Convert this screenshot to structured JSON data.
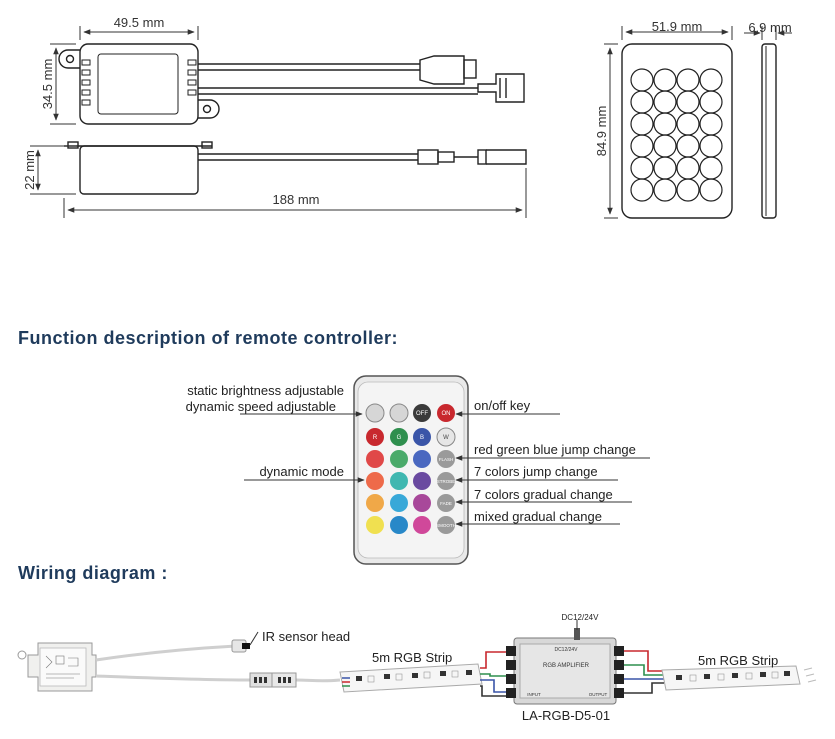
{
  "dimensions": {
    "controller_width": "49.5 mm",
    "controller_height": "34.5 mm",
    "controller_depth": "22 mm",
    "cable_length": "188 mm",
    "remote_width": "51.9 mm",
    "remote_thickness": "6.9 mm",
    "remote_height": "84.9 mm"
  },
  "sections": {
    "remote_title": "Function description of remote controller:",
    "wiring_title": "Wiring diagram :"
  },
  "remote_labels": {
    "static_brightness": "static brightness adjustable",
    "dynamic_speed": "dynamic speed adjustable",
    "dynamic_mode": "dynamic mode",
    "on_off": "on/off key",
    "rgb_jump": "red green blue jump change",
    "colors_jump": "7 colors jump change",
    "colors_gradual": "7 colors gradual change",
    "mixed_gradual": "mixed gradual change"
  },
  "remote_buttons": {
    "off": "OFF",
    "on": "ON",
    "r": "R",
    "g": "G",
    "b": "B",
    "w": "W",
    "flash": "FLASH",
    "strobe": "STROBE",
    "fade": "FADE",
    "smooth": "SMOOTH"
  },
  "wiring": {
    "ir_sensor": "IR sensor head",
    "strip_left": "5m RGB  Strip",
    "strip_right": "5m RGB  Strip",
    "power": "DC12/24V",
    "amplifier_model": "LA-RGB-D5-01",
    "amplifier_inner_power": "DC12/24V",
    "amplifier_title": "RGB AMPLIFIER",
    "input_label": "INPUT",
    "output_label": "OUTPUT"
  },
  "colors": {
    "heading": "#1f3b5c",
    "button_red": "#c8282e",
    "button_green": "#2f8f4e",
    "button_blue": "#3a55a8"
  }
}
